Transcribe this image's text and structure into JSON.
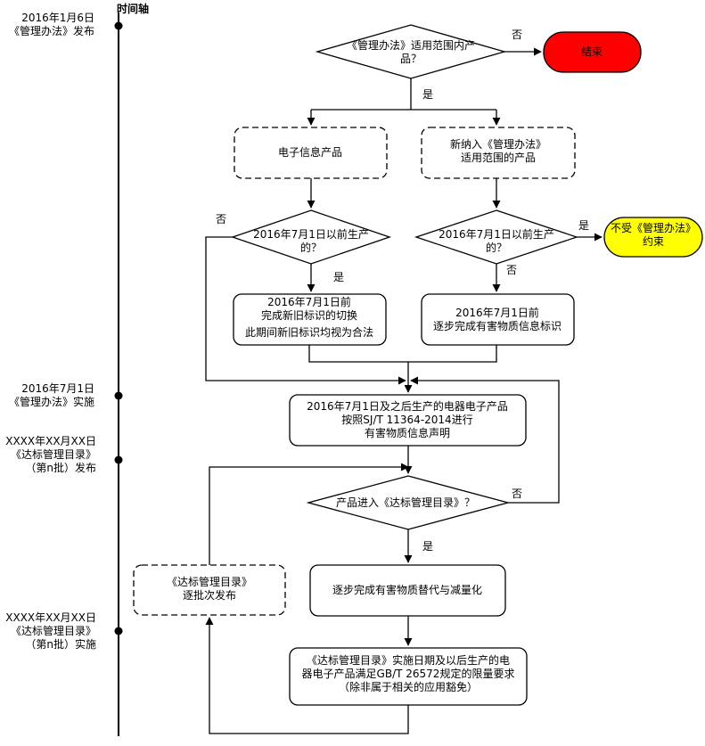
{
  "timeline": {
    "title": "时间轴",
    "events": [
      {
        "lines": [
          "2016年1月6日",
          "《管理办法》发布"
        ]
      },
      {
        "lines": [
          "2016年7月1日",
          "《管理办法》实施"
        ]
      },
      {
        "lines": [
          "XXXX年XX月XX日",
          "《达标管理目录》",
          "（第n批）发布"
        ]
      },
      {
        "lines": [
          "XXXX年XX月XX日",
          "《达标管理目录》",
          "（第n批）实施"
        ]
      }
    ]
  },
  "flow": {
    "decision_scope": [
      "《管理办法》适用范围内产",
      "品？"
    ],
    "end_label": "结束",
    "box_electronic": "电子信息产品",
    "box_new_scope": [
      "新纳入《管理办法》",
      "适用范围的产品"
    ],
    "decision_left": [
      "2016年7月1日以前生产",
      "的？"
    ],
    "decision_right": [
      "2016年7月1日以前生产",
      "的？"
    ],
    "not_bound": [
      "不受《管理办法》",
      "约束"
    ],
    "box_switch": [
      "2016年7月1日前",
      "完成新旧标识的切换",
      "此期间新旧标识均视为合法"
    ],
    "box_gradual": [
      "2016年7月1日前",
      "逐步完成有害物质信息标识"
    ],
    "box_declare": [
      "2016年7月1日及之后生产的电器电子产品",
      "按照SJ/T 11364-2014进行",
      "有害物质信息声明"
    ],
    "decision_catalog": "产品进入《达标管理目录》？",
    "box_reduce": "逐步完成有害物质替代与减量化",
    "box_catalog_release": [
      "《达标管理目录》",
      "逐批次发布"
    ],
    "box_limit": [
      "《达标管理目录》实施日期及以后生产的电",
      "器电子产品满足GB/T 26572规定的限量要求",
      "（除非属于相关的应用豁免）"
    ],
    "yes": "是",
    "no": "否"
  },
  "colors": {
    "end_fill": "#ff0000",
    "not_bound_fill": "#ffff00",
    "line": "#000000"
  }
}
